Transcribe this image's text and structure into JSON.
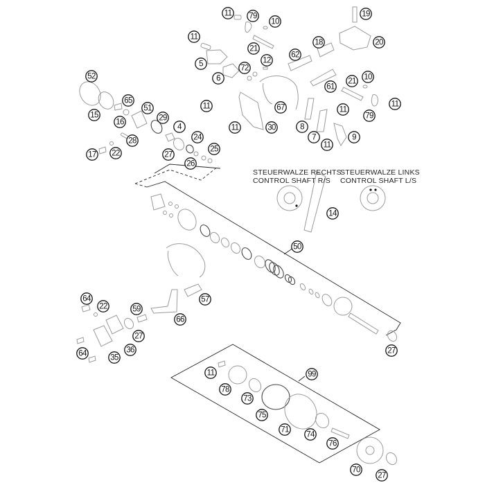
{
  "diagram": {
    "type": "exploded-parts-diagram",
    "subject": "Control shaft / exhaust control assembly",
    "labels": {
      "right_de": "STEUERWALZE RECHTS",
      "right_en": "CONTROL SHAFT R/S",
      "left_de": "STEUERWALZE LINKS",
      "left_en": "CONTROL SHAFT L/S"
    },
    "callouts": [
      {
        "id": "c-11a",
        "num": "11"
      },
      {
        "id": "c-79a",
        "num": "79"
      },
      {
        "id": "c-10a",
        "num": "10"
      },
      {
        "id": "c-19",
        "num": "19"
      },
      {
        "id": "c-11b",
        "num": "11"
      },
      {
        "id": "c-21a",
        "num": "21"
      },
      {
        "id": "c-18",
        "num": "18"
      },
      {
        "id": "c-20",
        "num": "20"
      },
      {
        "id": "c-5",
        "num": "5"
      },
      {
        "id": "c-62",
        "num": "62"
      },
      {
        "id": "c-12",
        "num": "12"
      },
      {
        "id": "c-6",
        "num": "6"
      },
      {
        "id": "c-72",
        "num": "72"
      },
      {
        "id": "c-52",
        "num": "52"
      },
      {
        "id": "c-21b",
        "num": "21"
      },
      {
        "id": "c-10b",
        "num": "10"
      },
      {
        "id": "c-61",
        "num": "61"
      },
      {
        "id": "c-65",
        "num": "65"
      },
      {
        "id": "c-15",
        "num": "15"
      },
      {
        "id": "c-51",
        "num": "51"
      },
      {
        "id": "c-11c",
        "num": "11"
      },
      {
        "id": "c-67",
        "num": "67"
      },
      {
        "id": "c-79b",
        "num": "79"
      },
      {
        "id": "c-11d",
        "num": "11"
      },
      {
        "id": "c-16",
        "num": "16"
      },
      {
        "id": "c-29",
        "num": "29"
      },
      {
        "id": "c-11e",
        "num": "11"
      },
      {
        "id": "c-11f",
        "num": "11"
      },
      {
        "id": "c-4",
        "num": "4"
      },
      {
        "id": "c-30",
        "num": "30"
      },
      {
        "id": "c-8",
        "num": "8"
      },
      {
        "id": "c-9",
        "num": "9"
      },
      {
        "id": "c-7",
        "num": "7"
      },
      {
        "id": "c-11g",
        "num": "11"
      },
      {
        "id": "c-28",
        "num": "28"
      },
      {
        "id": "c-24",
        "num": "24"
      },
      {
        "id": "c-17",
        "num": "17"
      },
      {
        "id": "c-22a",
        "num": "22"
      },
      {
        "id": "c-27a",
        "num": "27"
      },
      {
        "id": "c-25",
        "num": "25"
      },
      {
        "id": "c-26",
        "num": "26"
      },
      {
        "id": "c-14",
        "num": "14"
      },
      {
        "id": "c-50",
        "num": "50"
      },
      {
        "id": "c-57",
        "num": "57"
      },
      {
        "id": "c-64a",
        "num": "64"
      },
      {
        "id": "c-22b",
        "num": "22"
      },
      {
        "id": "c-59",
        "num": "59"
      },
      {
        "id": "c-66",
        "num": "66"
      },
      {
        "id": "c-27b",
        "num": "27"
      },
      {
        "id": "c-64b",
        "num": "64"
      },
      {
        "id": "c-35",
        "num": "35"
      },
      {
        "id": "c-36",
        "num": "36"
      },
      {
        "id": "c-27c",
        "num": "27"
      },
      {
        "id": "c-11h",
        "num": "11"
      },
      {
        "id": "c-99",
        "num": "99"
      },
      {
        "id": "c-78",
        "num": "78"
      },
      {
        "id": "c-73",
        "num": "73"
      },
      {
        "id": "c-75",
        "num": "75"
      },
      {
        "id": "c-71",
        "num": "71"
      },
      {
        "id": "c-74",
        "num": "74"
      },
      {
        "id": "c-76",
        "num": "76"
      },
      {
        "id": "c-70",
        "num": "70"
      },
      {
        "id": "c-27d",
        "num": "27"
      }
    ]
  }
}
